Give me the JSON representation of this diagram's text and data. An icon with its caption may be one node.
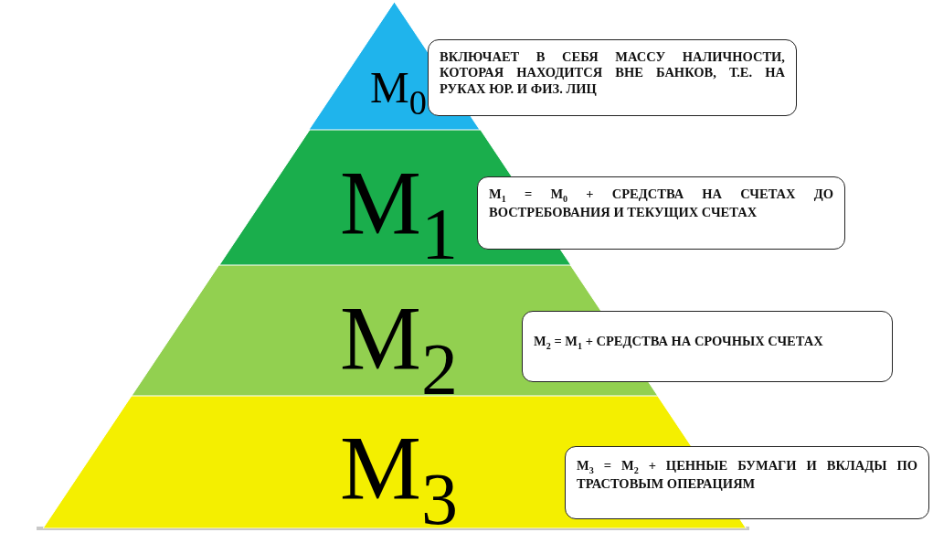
{
  "diagram": {
    "nodes": [
      {
        "text": [
          "M$_{0}$"
        ]
      },
      {
        "text": [
          "M$_{1}$"
        ]
      },
      {
        "text": [
          "M$_{2}$"
        ]
      },
      {
        "text": [
          "M$_{3}$"
        ]
      },
      {
        "text": [
          "ВКЛЮЧАЕТ В СЕБЯ МАССУ НАЛИЧНОСТИ, КОТОРАЯ НАХОДИТСЯ ВНЕ БАНКОВ, Т.Е. НА РУКАХ ЮР. И ФИЗ. ЛИЦ"
        ]
      },
      {
        "text": [
          "M$_{1}$ = M$_{0}$ + СРЕДСТВА НА СЧЕТАХ ДО ВОСТРЕБОВАНИЯ И ТЕКУЩИХ СЧЕТАХ"
        ]
      },
      {
        "text": [
          "M$_{2}$ = M$_{1}$ + СРЕДСТВА НА СРОЧНЫХ СЧЕТАХ"
        ]
      },
      {
        "text": [
          "M$_{3}$ = M$_{2}$ + ЦЕННЫЕ БУМАГИ И ВКЛАДЫ ПО ТРАСТОВЫМ ОПЕРАЦИЯМ"
        ]
      }
    ]
  }
}
